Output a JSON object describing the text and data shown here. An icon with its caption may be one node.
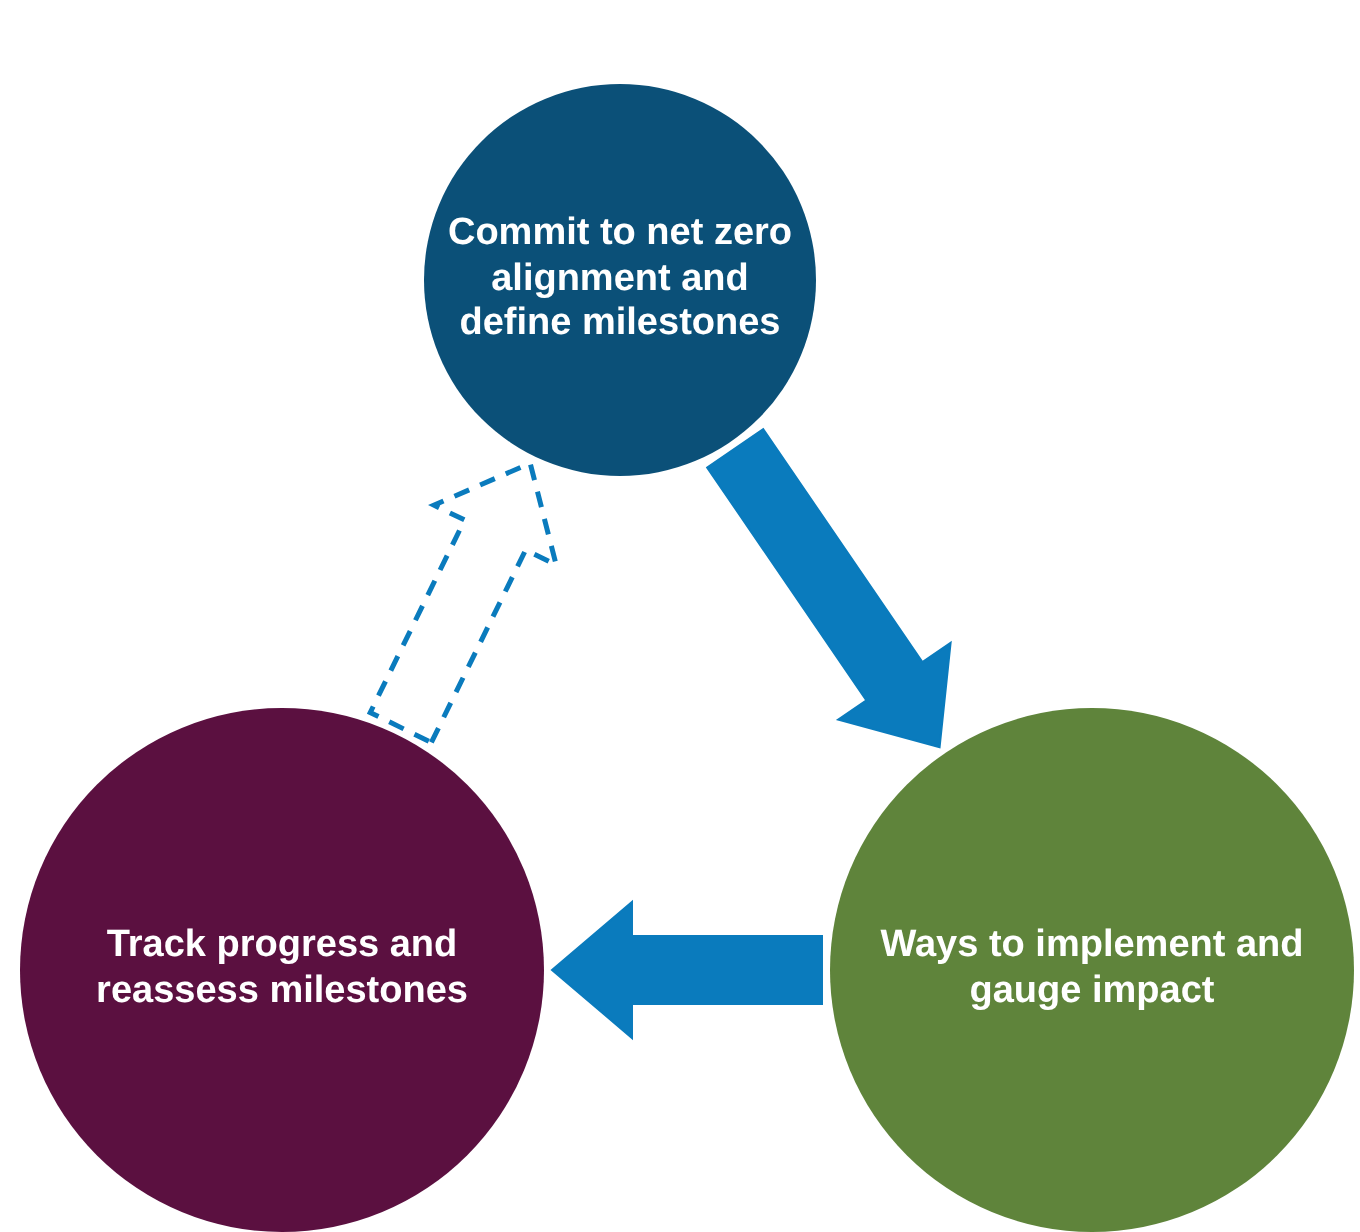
{
  "diagram": {
    "nodes": [
      {
        "text": [
          "Commit to net zero alignment and define milestones"
        ]
      },
      {
        "text": [
          "Ways to implement and gauge impact"
        ]
      },
      {
        "text": [
          "Track progress and reassess milestones"
        ]
      }
    ],
    "edges": [
      {
        "from": 0,
        "to": 1,
        "arrow": "to"
      },
      {
        "from": 1,
        "to": 2,
        "arrow": "to"
      },
      {
        "from": 2,
        "to": 0,
        "arrow": "to",
        "style": "dashed"
      }
    ]
  }
}
